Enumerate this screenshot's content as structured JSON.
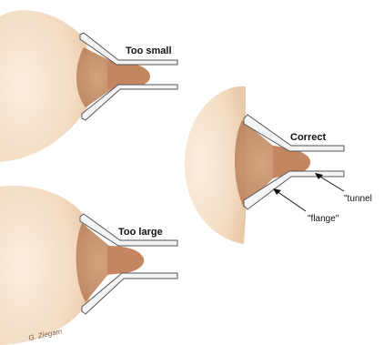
{
  "diagram": {
    "labels": {
      "too_small": "Too small",
      "too_large": "Too large",
      "correct": "Correct",
      "tunnel": "\"tunnel",
      "flange": "\"flange\""
    },
    "signature": "G. Ziegam",
    "colors": {
      "skin_light": "#f9ead9",
      "skin_mid": "#efd3b5",
      "areola": "#c9936b",
      "areola_dark": "#a86f4c",
      "nipple": "#c48660",
      "shield_fill": "#f4f4f4",
      "shield_stroke": "#555555",
      "text": "#111111"
    }
  }
}
